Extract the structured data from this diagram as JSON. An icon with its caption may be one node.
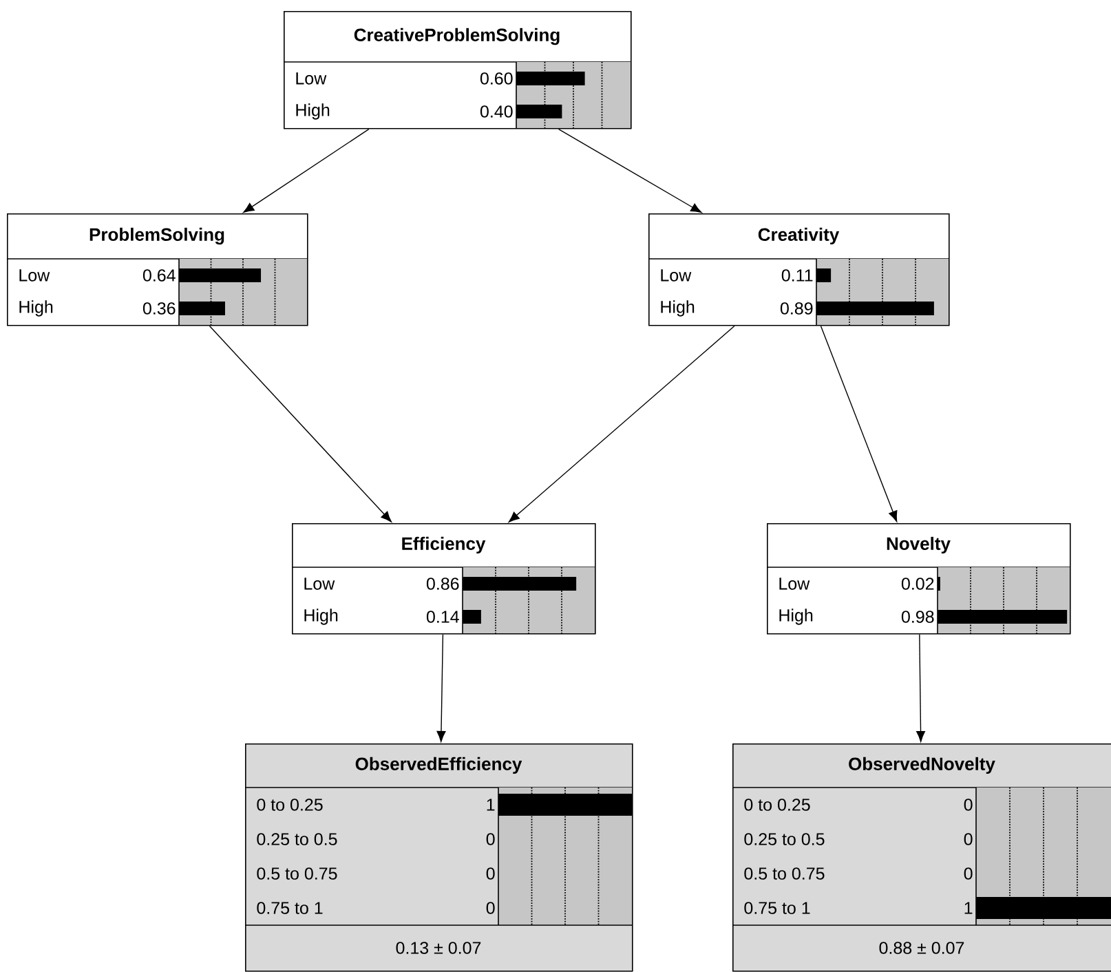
{
  "diagram": {
    "nodes": [
      {
        "text": [
          "CreativeProblemSolving",
          "Low",
          "0.60",
          "High",
          "0.40"
        ]
      },
      {
        "text": [
          "ProblemSolving",
          "Low",
          "0.64",
          "High",
          "0.36"
        ]
      },
      {
        "text": [
          "Creativity",
          "Low",
          "0.11",
          "High",
          "0.89"
        ]
      },
      {
        "text": [
          "Efficiency",
          "Low",
          "0.86",
          "High",
          "0.14"
        ]
      },
      {
        "text": [
          "Novelty",
          "Low",
          "0.02",
          "High",
          "0.98"
        ]
      },
      {
        "text": [
          "ObservedEfficiency",
          "0 to 0.25",
          "1",
          "0.25 to 0.5",
          "0",
          "0.5 to 0.75",
          "0",
          "0.75 to 1",
          "0",
          "0.13 ± 0.07"
        ]
      },
      {
        "text": [
          "ObservedNovelty",
          "0 to 0.25",
          "0",
          "0.25 to 0.5",
          "0",
          "0.5 to 0.75",
          "0",
          "0.75 to 1",
          "1",
          "0.88 ± 0.07"
        ]
      }
    ],
    "edges": [
      {
        "from": 0,
        "to": 1,
        "arrow": "to"
      },
      {
        "from": 0,
        "to": 2,
        "arrow": "to"
      },
      {
        "from": 1,
        "to": 3,
        "arrow": "to"
      },
      {
        "from": 2,
        "to": 3,
        "arrow": "to"
      },
      {
        "from": 2,
        "to": 4,
        "arrow": "to"
      },
      {
        "from": 3,
        "to": 5,
        "arrow": "to"
      },
      {
        "from": 4,
        "to": 6,
        "arrow": "to"
      }
    ]
  }
}
